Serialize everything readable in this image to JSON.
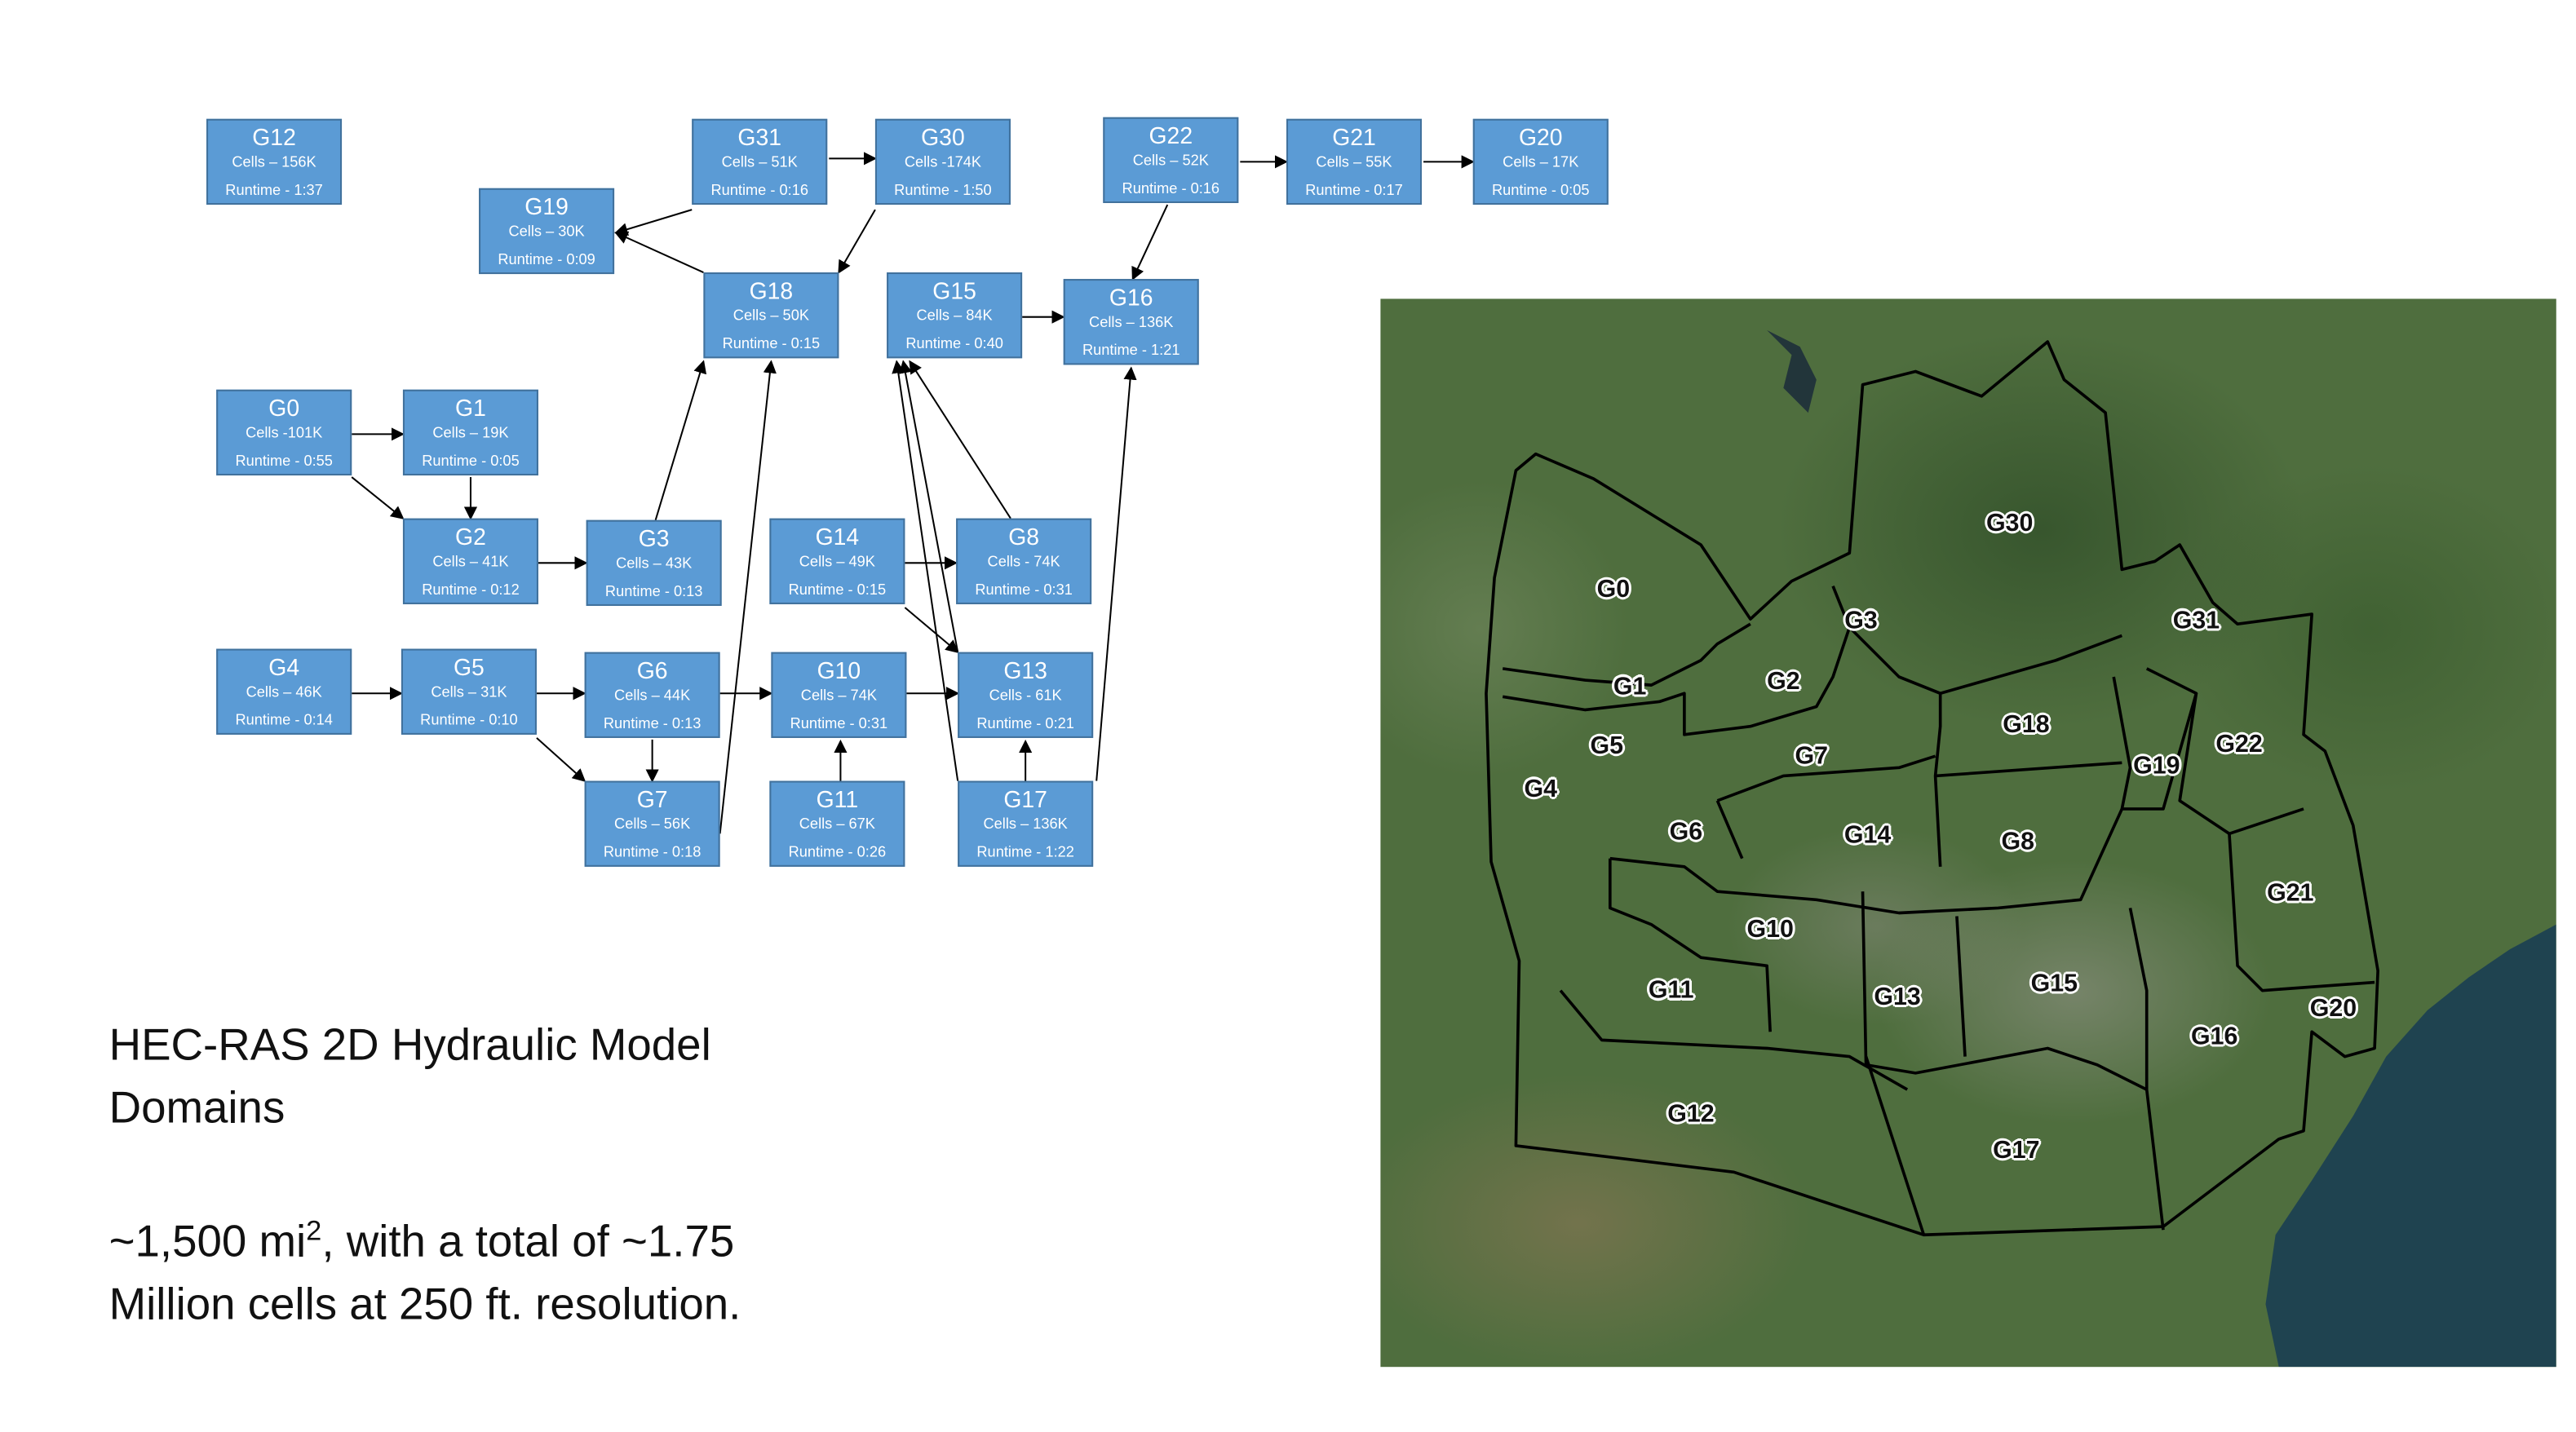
{
  "boxes": [
    {
      "id": "G12",
      "cells": "Cells – 156K",
      "runtime": "Runtime  - 1:37"
    },
    {
      "id": "G31",
      "cells": "Cells – 51K",
      "runtime": "Runtime  - 0:16"
    },
    {
      "id": "G30",
      "cells": "Cells -174K",
      "runtime": "Runtime  - 1:50"
    },
    {
      "id": "G22",
      "cells": "Cells – 52K",
      "runtime": "Runtime  - 0:16"
    },
    {
      "id": "G21",
      "cells": "Cells – 55K",
      "runtime": "Runtime  - 0:17"
    },
    {
      "id": "G20",
      "cells": "Cells – 17K",
      "runtime": "Runtime  - 0:05"
    },
    {
      "id": "G19",
      "cells": "Cells – 30K",
      "runtime": "Runtime  - 0:09"
    },
    {
      "id": "G18",
      "cells": "Cells – 50K",
      "runtime": "Runtime  - 0:15"
    },
    {
      "id": "G15",
      "cells": "Cells – 84K",
      "runtime": "Runtime  - 0:40"
    },
    {
      "id": "G16",
      "cells": "Cells – 136K",
      "runtime": "Runtime  - 1:21"
    },
    {
      "id": "G0",
      "cells": "Cells -101K",
      "runtime": "Runtime  - 0:55"
    },
    {
      "id": "G1",
      "cells": "Cells – 19K",
      "runtime": "Runtime  - 0:05"
    },
    {
      "id": "G2",
      "cells": "Cells – 41K",
      "runtime": "Runtime  - 0:12"
    },
    {
      "id": "G3",
      "cells": "Cells – 43K",
      "runtime": "Runtime  - 0:13"
    },
    {
      "id": "G14",
      "cells": "Cells – 49K",
      "runtime": "Runtime  - 0:15"
    },
    {
      "id": "G8",
      "cells": "Cells -  74K",
      "runtime": "Runtime  - 0:31"
    },
    {
      "id": "G4",
      "cells": "Cells – 46K",
      "runtime": "Runtime  - 0:14"
    },
    {
      "id": "G5",
      "cells": "Cells – 31K",
      "runtime": "Runtime  - 0:10"
    },
    {
      "id": "G6",
      "cells": "Cells – 44K",
      "runtime": "Runtime  - 0:13"
    },
    {
      "id": "G10",
      "cells": "Cells – 74K",
      "runtime": "Runtime  - 0:31"
    },
    {
      "id": "G13",
      "cells": "Cells - 61K",
      "runtime": "Runtime  - 0:21"
    },
    {
      "id": "G7",
      "cells": "Cells – 56K",
      "runtime": "Runtime  - 0:18"
    },
    {
      "id": "G11",
      "cells": "Cells – 67K",
      "runtime": "Runtime  - 0:26"
    },
    {
      "id": "G17",
      "cells": "Cells – 136K",
      "runtime": "Runtime  - 1:22"
    }
  ],
  "edges": [
    [
      "G31",
      "G30"
    ],
    [
      "G31",
      "G19"
    ],
    [
      "G18",
      "G19"
    ],
    [
      "G30",
      "G18"
    ],
    [
      "G22",
      "G21"
    ],
    [
      "G21",
      "G20"
    ],
    [
      "G22",
      "G16"
    ],
    [
      "G15",
      "G16"
    ],
    [
      "G0",
      "G1"
    ],
    [
      "G0",
      "G2"
    ],
    [
      "G1",
      "G2"
    ],
    [
      "G2",
      "G3"
    ],
    [
      "G3",
      "G18"
    ],
    [
      "G7",
      "G18"
    ],
    [
      "G8",
      "G15"
    ],
    [
      "G14",
      "G8"
    ],
    [
      "G14",
      "G13"
    ],
    [
      "G13",
      "G15"
    ],
    [
      "G17",
      "G15"
    ],
    [
      "G17",
      "G16"
    ],
    [
      "G4",
      "G5"
    ],
    [
      "G5",
      "G6"
    ],
    [
      "G5",
      "G7"
    ],
    [
      "G6",
      "G7"
    ],
    [
      "G6",
      "G10"
    ],
    [
      "G10",
      "G13"
    ],
    [
      "G11",
      "G10"
    ],
    [
      "G17",
      "G13"
    ]
  ],
  "caption": {
    "title_line1": "HEC-RAS 2D Hydraulic Model",
    "title_line2": "Domains",
    "desc_prefix": "~1,500 mi",
    "desc_sup": "2",
    "desc_line1_rest": ", with a total of ~1.75",
    "desc_line2": "Million cells at 250 ft. resolution."
  },
  "map": {
    "labels": [
      "G30",
      "G0",
      "G3",
      "G31",
      "G1",
      "G2",
      "G18",
      "G5",
      "G7",
      "G22",
      "G19",
      "G4",
      "G6",
      "G14",
      "G8",
      "G21",
      "G10",
      "G15",
      "G11",
      "G13",
      "G20",
      "G16",
      "G12",
      "G17"
    ]
  },
  "colors": {
    "box_fill": "#5b9bd5",
    "box_border": "#41719c"
  }
}
